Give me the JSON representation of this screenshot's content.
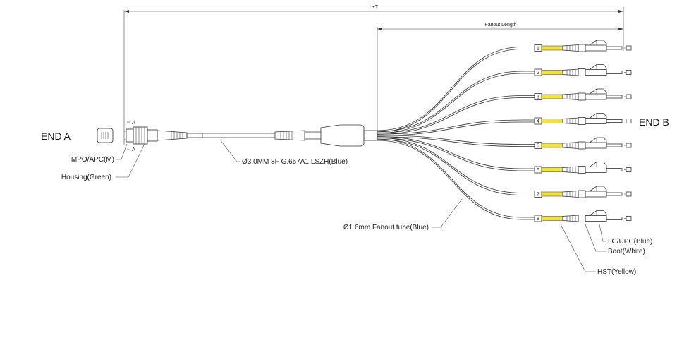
{
  "dimensions": {
    "total_label": "L+T",
    "fanout_label": "Fanout Length"
  },
  "end_a": {
    "label": "END A",
    "connector_label": "MPO/APC(M)",
    "housing_label": "Housing(Green)",
    "marker": "A"
  },
  "end_b": {
    "label": "END B"
  },
  "cable": {
    "trunk_label": "Ø3.0MM 8F G.657A1 LSZH(Blue)",
    "fanout_tube_label": "Ø1.6mm Fanout tube(Blue)"
  },
  "legs": {
    "numbers": [
      "1",
      "2",
      "3",
      "4",
      "5",
      "6",
      "7",
      "8"
    ],
    "connector_label": "LC/UPC(Blue)",
    "boot_label": "Boot(White)",
    "hst_label": "HST(Yellow)"
  },
  "colors": {
    "hst": "#f2e23a",
    "line": "#333333"
  }
}
